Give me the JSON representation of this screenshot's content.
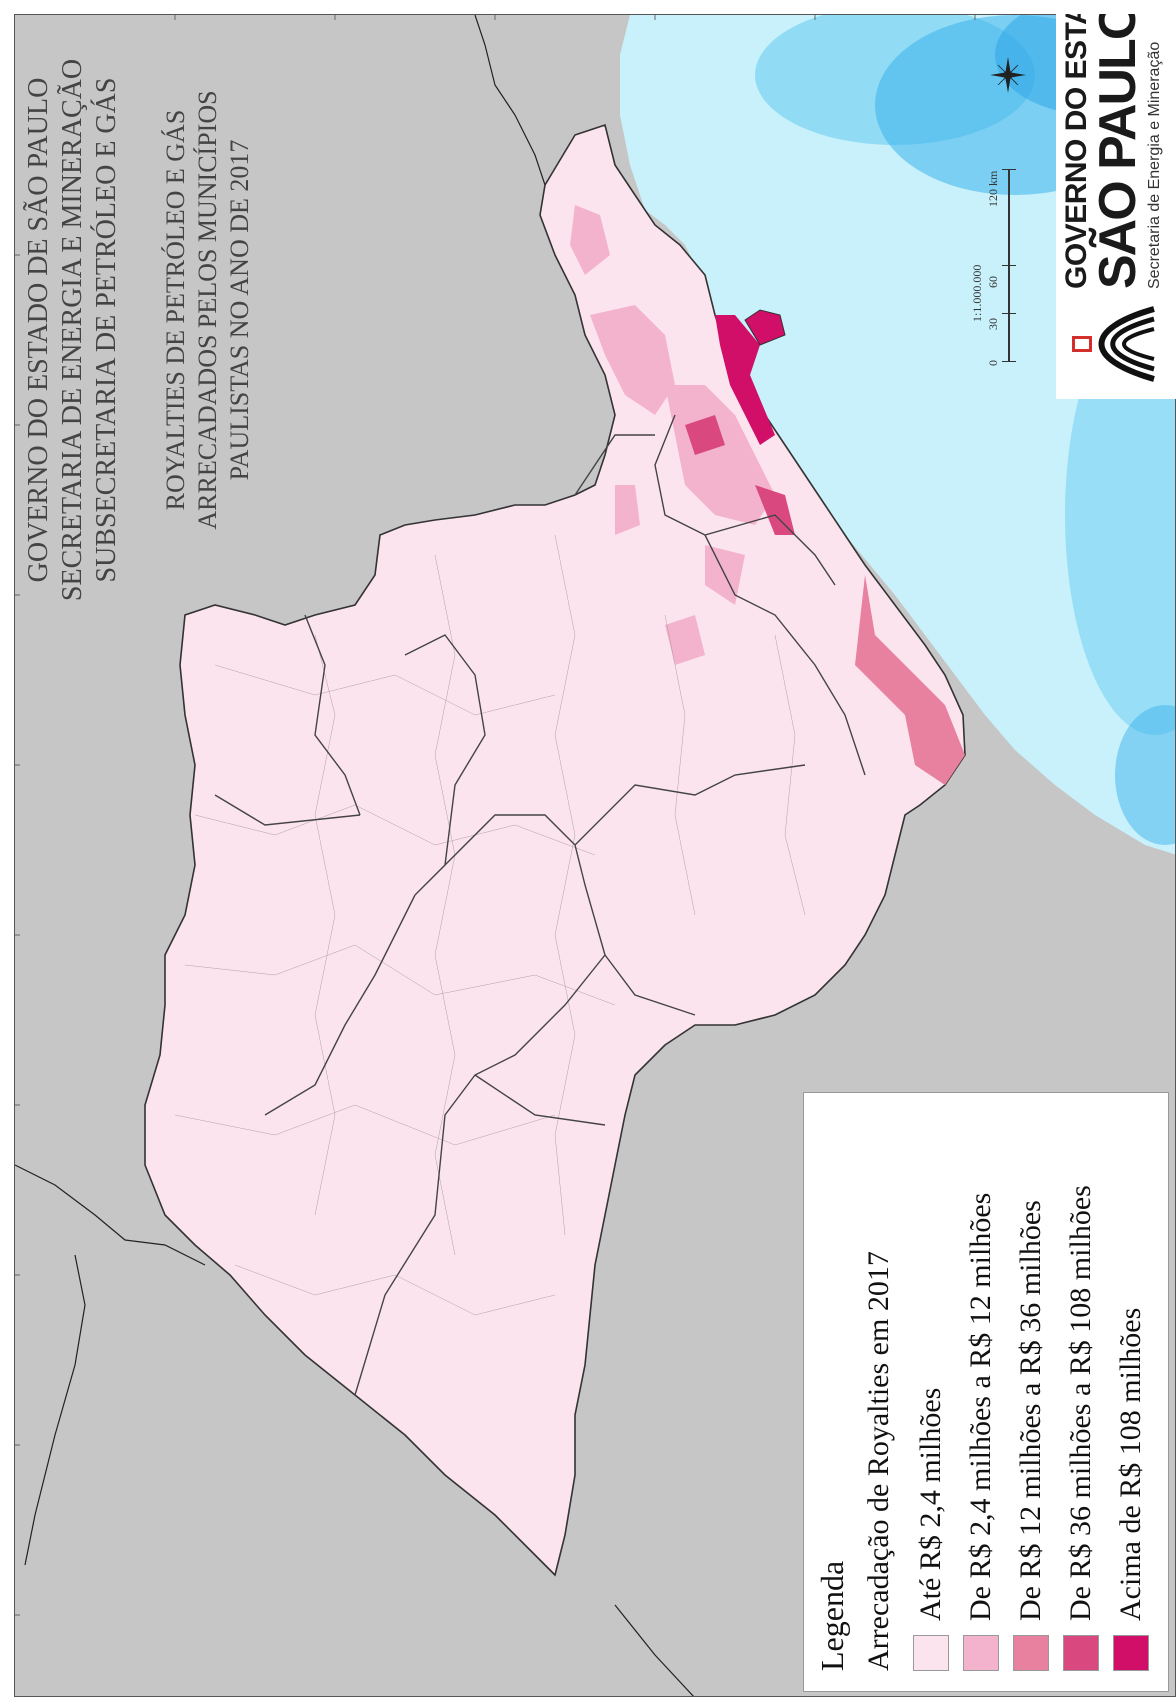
{
  "title_block": {
    "lines": [
      "GOVERNO DO ESTADO DE SÃO PAULO",
      "SECRETARIA DE ENERGIA E MINERAÇÃO",
      "SUBSECRETARIA DE PETRÓLEO E GÁS"
    ]
  },
  "subtitle_block": {
    "lines": [
      "ROYALTIES DE PETRÓLEO E GÁS",
      "ARRECADADOS PELOS MUNICÍPIOS",
      "PAULISTAS NO ANO DE 2017"
    ]
  },
  "legend": {
    "title": "Legenda",
    "subtitle": "Arrecadação de Royalties em 2017",
    "items": [
      {
        "label": "Até R$ 2,4 milhões",
        "color": "#fce4ef"
      },
      {
        "label": "De R$ 2,4 milhões a R$ 12 milhões",
        "color": "#f4b3cc"
      },
      {
        "label": "De R$ 12 milhões a R$ 36 milhões",
        "color": "#e8819f"
      },
      {
        "label": "De R$ 36 milhões a R$ 108 milhões",
        "color": "#d9487e"
      },
      {
        "label": "Acima de R$ 108 milhões",
        "color": "#d10f68"
      }
    ]
  },
  "scale": {
    "ratio": "1:1.000.000",
    "labels": [
      "0",
      "30",
      "60",
      "120 km"
    ]
  },
  "logo": {
    "line1": "GOVERNO DO ESTADO",
    "line2": "SÃO PAULO",
    "line3": "Secretaria de Energia e Mineração"
  },
  "colors": {
    "ocean_light": "#c8f1fb",
    "ocean_deep": "#3fb4ec",
    "land_outside": "#c8c8c8",
    "state_base": "#fce4ef"
  },
  "icons": [
    "north-arrow-icon",
    "sao-paulo-logo-icon"
  ]
}
